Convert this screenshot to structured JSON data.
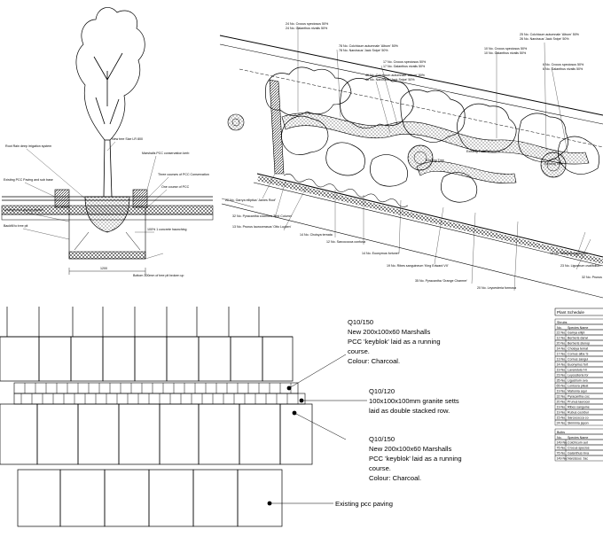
{
  "tree_section": {
    "labels": [
      "Root Rain deep irrigation system",
      "New tree Size LR 800",
      "Marshalls PCC conservation kerb",
      "Existing PCC Paving and sub base",
      "Three courses of PCC Conservation",
      "One course of PCC",
      "Underground guying system",
      "Backfill to tree pit",
      "Bottom 300mm of tree pit broken up",
      "100% 1 concrete haunching"
    ],
    "dimension": "1200"
  },
  "planting_plan": {
    "labels": [
      {
        "qty": "24 No.",
        "text": "Crocus speciosus  50%"
      },
      {
        "qty": "24 No.",
        "text": "Galanthus nivalis  50%"
      },
      {
        "qty": "78 No.",
        "text": "Colchicum autumnale 'Album'  50%"
      },
      {
        "qty": "78 No.",
        "text": "Narcissus 'Jack Snipe'  50%"
      },
      {
        "qty": "17 No.",
        "text": "Crocus speciosus  50%"
      },
      {
        "qty": "17 No.",
        "text": "Galanthus nivalis  50%"
      },
      {
        "qty": "46 No.",
        "text": "Colchicum autumnale 'Album'  50%"
      },
      {
        "qty": "46 No.",
        "text": "Narcissus 'Jack Snipe'  50%"
      },
      {
        "qty": "10 No.",
        "text": "Crocus speciosus  50%"
      },
      {
        "qty": "10 No.",
        "text": "Galanthus nivalis  50%"
      },
      {
        "qty": "25 No.",
        "text": "Colchicum autumnale 'Album'  50%"
      },
      {
        "qty": "26 No.",
        "text": "Narcissus 'Jack Snipe'  50%"
      },
      {
        "qty": "6 No.",
        "text": "Crocus speciosus  50%"
      },
      {
        "qty": "6 No.",
        "text": "Galanthus nivalis  50%"
      },
      {
        "qty": "22 No.",
        "text": "Garrya elliptica 'James Roof'"
      },
      {
        "qty": "32 No.",
        "text": "Pyracantha coccinea 'Red Column'"
      },
      {
        "qty": "13 No.",
        "text": "Prunus laurocerasus 'Otto Luyken'"
      },
      {
        "qty": "14 No.",
        "text": "Choisya ternata"
      },
      {
        "qty": "12 No.",
        "text": "Sarcococca confusa"
      },
      {
        "qty": "14 No.",
        "text": "Euonymus fortunei"
      },
      {
        "qty": "19 No.",
        "text": "Ribes sanguineum 'King Edward VII'"
      },
      {
        "qty": "35 No.",
        "text": "Pyracantha 'Orange Charmer'"
      },
      {
        "qty": "20 No.",
        "text": "Leycesteria formosa"
      },
      {
        "qty": "19 No.",
        "text": "Mahonia aquifolium"
      },
      {
        "qty": "23 No.",
        "text": "Ligustrum ovalifolium"
      },
      {
        "qty": "32 No.",
        "text": "Prunus"
      }
    ],
    "tree_labels": [
      "Existing Tree",
      "Existing Tree",
      "Existing Tree"
    ]
  },
  "paving": {
    "annotations": [
      {
        "code": "Q10/150",
        "lines": [
          "New 200x100x60 Marshalls",
          "PCC 'keyblok' laid as a running",
          "course.",
          "Colour: Charcoal."
        ]
      },
      {
        "code": "Q10/120",
        "lines": [
          "100x100x100mm granite setts",
          "laid as double stacked row."
        ]
      },
      {
        "code": "Q10/150",
        "lines": [
          "New 200x100x60 Marshalls",
          "PCC 'keyblok' laid as a running",
          "course.",
          "Colour: Charcoal."
        ]
      }
    ],
    "existing_label": "Existing pcc paving"
  },
  "plant_schedule": {
    "title": "Plant Schedule",
    "shrubs": {
      "heading": "Shrubs",
      "columns": [
        "No.",
        "Species Name"
      ],
      "rows": [
        [
          "22 No.",
          "Garrya ellipt"
        ],
        [
          "12 No.",
          "Berberis darwi"
        ],
        [
          "20 No.",
          "Berberis stenop"
        ],
        [
          "14 No.",
          "Choisya ternat"
        ],
        [
          "17 No.",
          "Cornus alba 'S"
        ],
        [
          "13 No.",
          "Cornus sangui"
        ],
        [
          "14 No.",
          "Euonymus fort"
        ],
        [
          "19 No.",
          "Lavandula 'Hi"
        ],
        [
          "23 No.",
          "Leycesteria for"
        ],
        [
          "35 No.",
          "Ligustrum ova"
        ],
        [
          "65 No.",
          "Lonicera pileat"
        ],
        [
          "19 No.",
          "Mahonia aqui"
        ],
        [
          "32 No.",
          "Pyracantha coc"
        ],
        [
          "20 No.",
          "Prunus laurocer"
        ],
        [
          "19 No.",
          "Ribes sanguine"
        ],
        [
          "19 No.",
          "Rubus cockbur"
        ],
        [
          "15 No.",
          "Sarcococca co"
        ],
        [
          "24 No.",
          "Skimmia japon"
        ]
      ]
    },
    "bulbs": {
      "heading": "Bulbs",
      "columns": [
        "No.",
        "Species Name"
      ],
      "rows": [
        [
          "149 No.",
          "Colchicum aut"
        ],
        [
          "76 No.",
          "Crocus specios"
        ],
        [
          "76 No.",
          "Galanthus niva"
        ],
        [
          "149 No.",
          "Narcissus 'Jac"
        ]
      ]
    }
  }
}
